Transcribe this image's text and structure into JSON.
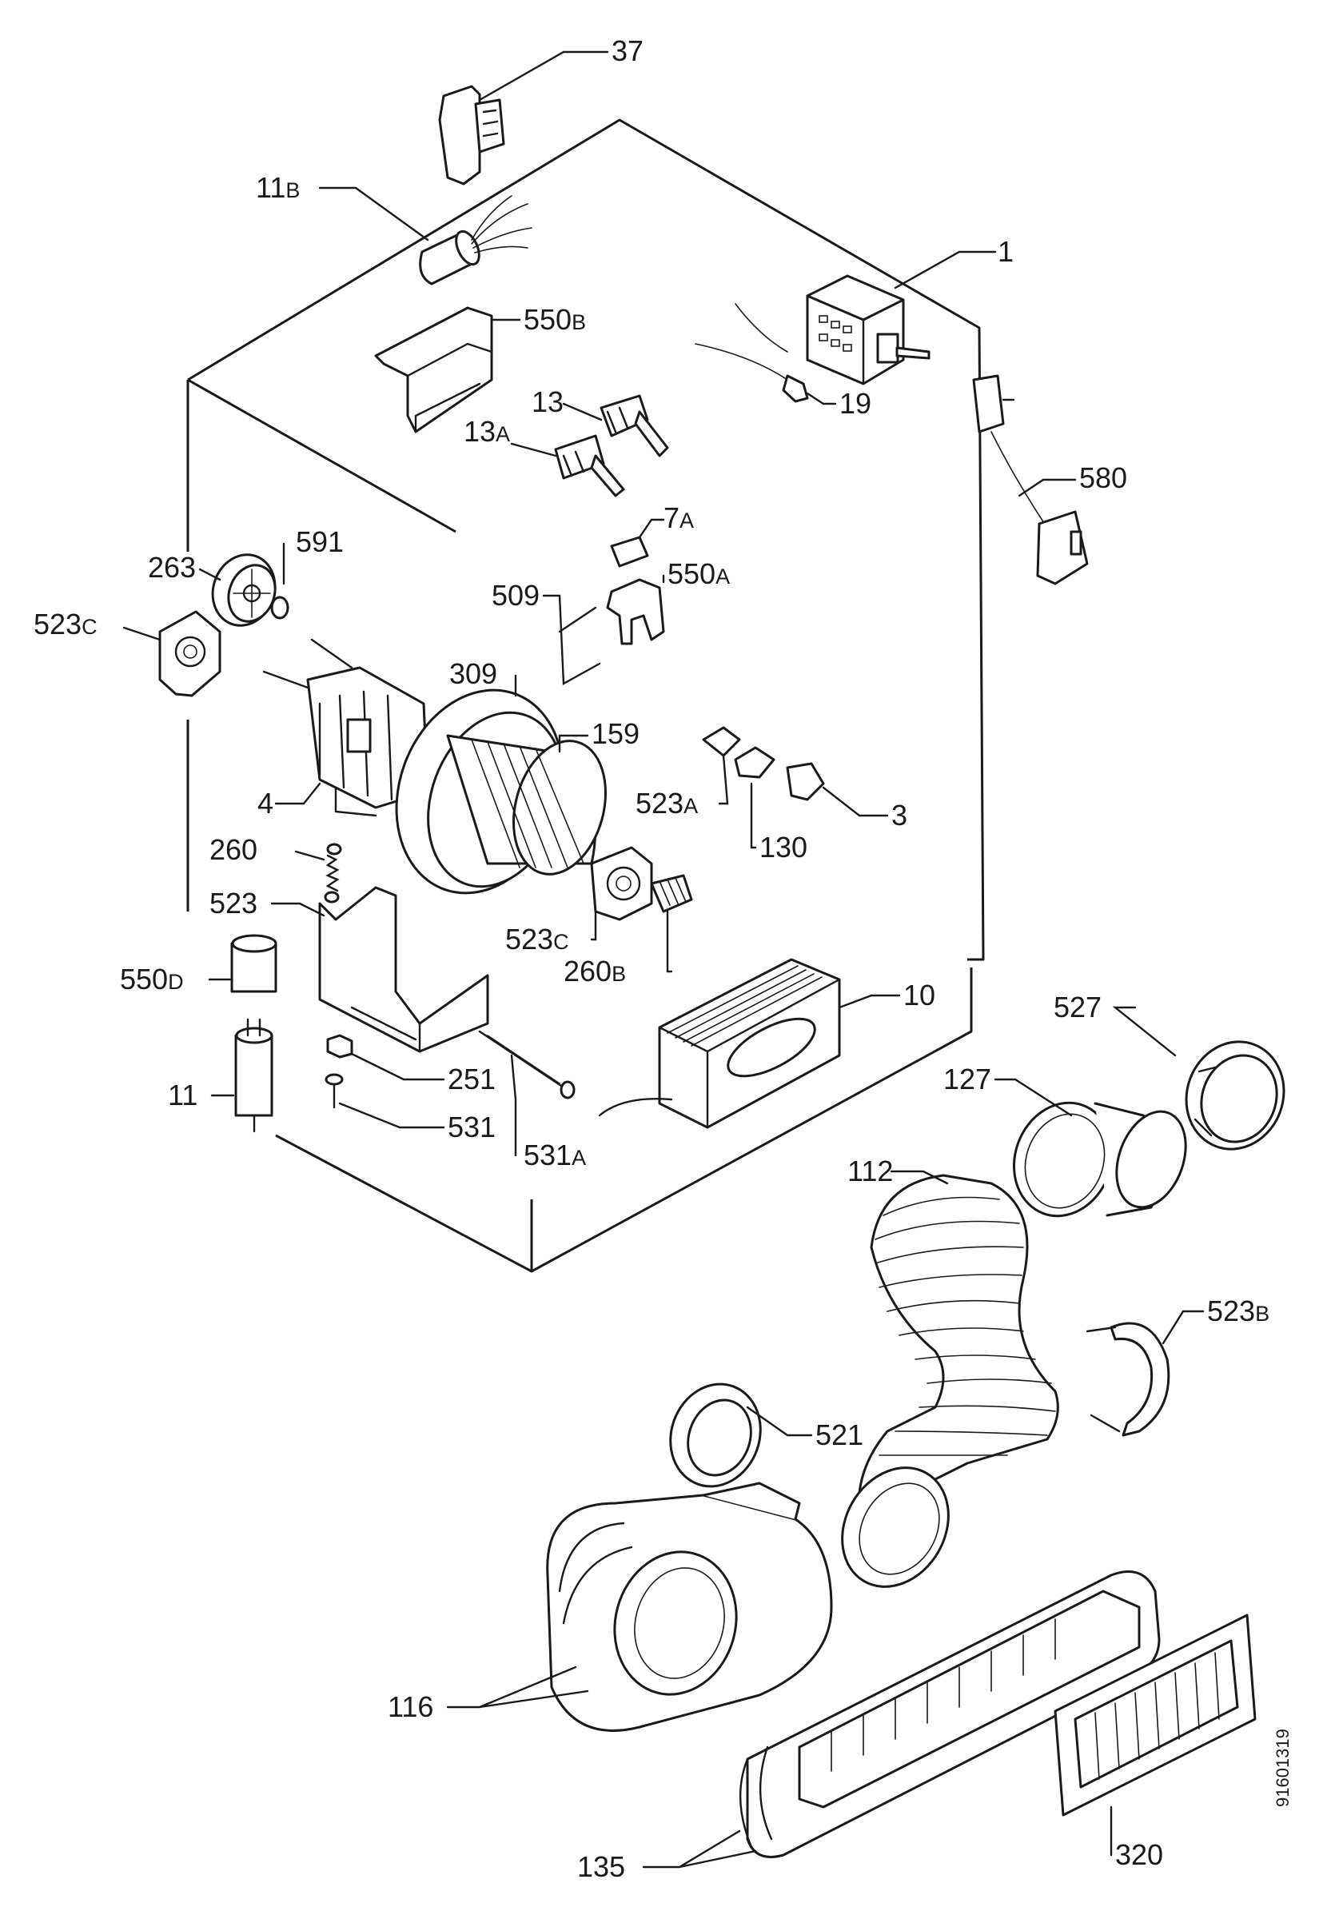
{
  "drawing_number": "91601319",
  "labels": [
    {
      "key": "p37",
      "num": "37",
      "sfx": ""
    },
    {
      "key": "p11b",
      "num": "11",
      "sfx": "B"
    },
    {
      "key": "p1",
      "num": "1",
      "sfx": ""
    },
    {
      "key": "p550b",
      "num": "550",
      "sfx": "B"
    },
    {
      "key": "p13",
      "num": "13",
      "sfx": ""
    },
    {
      "key": "p19",
      "num": "19",
      "sfx": ""
    },
    {
      "key": "p13a",
      "num": "13",
      "sfx": "A"
    },
    {
      "key": "p580",
      "num": "580",
      "sfx": ""
    },
    {
      "key": "p7a",
      "num": "7",
      "sfx": "A"
    },
    {
      "key": "p591",
      "num": "591",
      "sfx": ""
    },
    {
      "key": "p263",
      "num": "263",
      "sfx": ""
    },
    {
      "key": "p550a",
      "num": "550",
      "sfx": "A"
    },
    {
      "key": "p509",
      "num": "509",
      "sfx": ""
    },
    {
      "key": "p523c",
      "num": "523",
      "sfx": "C"
    },
    {
      "key": "p309",
      "num": "309",
      "sfx": ""
    },
    {
      "key": "p159",
      "num": "159",
      "sfx": ""
    },
    {
      "key": "p523a",
      "num": "523",
      "sfx": "A"
    },
    {
      "key": "p4",
      "num": "4",
      "sfx": ""
    },
    {
      "key": "p3",
      "num": "3",
      "sfx": ""
    },
    {
      "key": "p260",
      "num": "260",
      "sfx": ""
    },
    {
      "key": "p130",
      "num": "130",
      "sfx": ""
    },
    {
      "key": "p523",
      "num": "523",
      "sfx": ""
    },
    {
      "key": "p523c2",
      "num": "523",
      "sfx": "C"
    },
    {
      "key": "p550d",
      "num": "550",
      "sfx": "D"
    },
    {
      "key": "p260b",
      "num": "260",
      "sfx": "B"
    },
    {
      "key": "p10",
      "num": "10",
      "sfx": ""
    },
    {
      "key": "p527",
      "num": "527",
      "sfx": ""
    },
    {
      "key": "p251",
      "num": "251",
      "sfx": ""
    },
    {
      "key": "p127",
      "num": "127",
      "sfx": ""
    },
    {
      "key": "p11",
      "num": "11",
      "sfx": ""
    },
    {
      "key": "p531",
      "num": "531",
      "sfx": ""
    },
    {
      "key": "p531a",
      "num": "531",
      "sfx": "A"
    },
    {
      "key": "p112",
      "num": "112",
      "sfx": ""
    },
    {
      "key": "p523b",
      "num": "523",
      "sfx": "B"
    },
    {
      "key": "p521",
      "num": "521",
      "sfx": ""
    },
    {
      "key": "p116",
      "num": "116",
      "sfx": ""
    },
    {
      "key": "p320",
      "num": "320",
      "sfx": ""
    },
    {
      "key": "p135",
      "num": "135",
      "sfx": ""
    }
  ]
}
